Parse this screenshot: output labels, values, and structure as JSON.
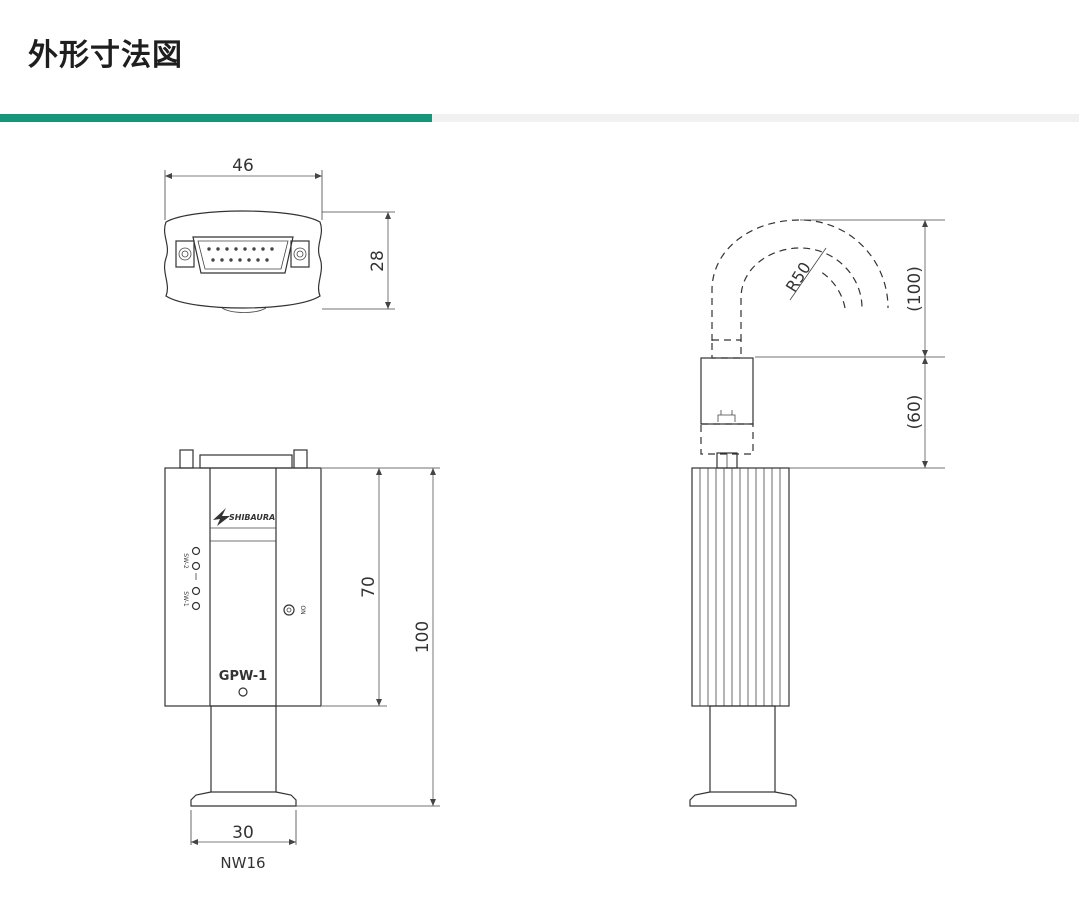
{
  "header": {
    "title": "外形寸法図"
  },
  "drawing": {
    "dims": {
      "width_top": "46",
      "height_top": "28",
      "body_height": "70",
      "total_height": "100",
      "flange_width": "30",
      "flange_type": "NW16",
      "bend_radius": "R50",
      "cable_height": "(100)",
      "connector_height": "(60)"
    },
    "labels": {
      "model": "GPW-1",
      "brand": "SHIBAURA",
      "sw1": "SW-1",
      "sw2": "SW-2",
      "indicator": "ON"
    }
  },
  "colors": {
    "accent": "#15957a",
    "rule": "#f1f1f1",
    "line": "#333333"
  }
}
